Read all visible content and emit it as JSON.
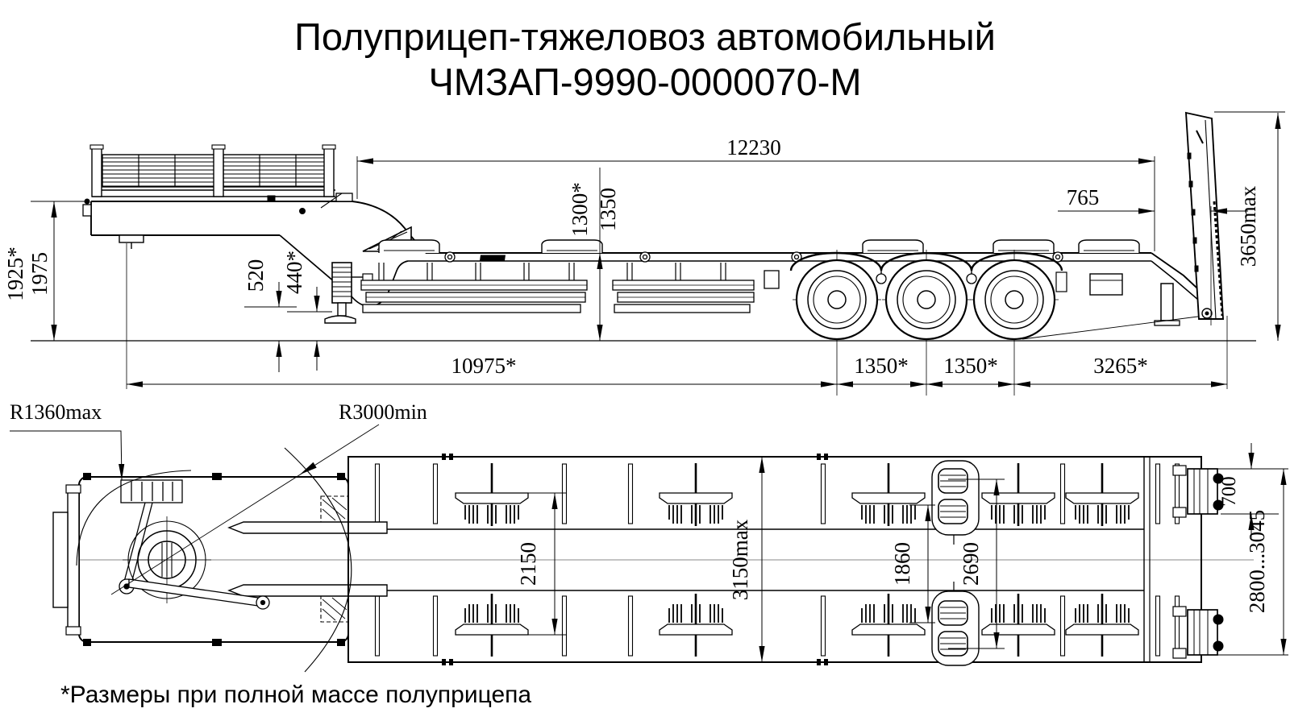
{
  "title": {
    "line1": "Полуприцеп-тяжеловоз автомобильный",
    "line2": "ЧМЗАП-9990-0000070-М"
  },
  "footnote": "*Размеры при полной массе полуприцепа",
  "side_view": {
    "platform_length": "12230",
    "ramp_offset": "765",
    "ramp_height_max": "3650max",
    "loading_height_laden": "1300*",
    "loading_height": "1350",
    "gooseneck_height_laden": "1925*",
    "gooseneck_height": "1975",
    "clearance_520": "520",
    "clearance_440": "440*",
    "kingpin_to_first_axle": "10975*",
    "axle_spacing_12": "1350*",
    "axle_spacing_23": "1350*",
    "last_axle_to_ramp": "3265*"
  },
  "plan_view": {
    "swing_radius_front": "R1360max",
    "swing_radius_rear": "R3000min",
    "deck_inner_width": "2150",
    "overall_width_max": "3150max",
    "tyre_span_inner": "1860",
    "tyre_span_outer": "2690",
    "ramp_width": "700",
    "ramp_span_range": "2800...3045"
  },
  "colors": {
    "line": "#000000",
    "background": "#ffffff",
    "centerline": "#888888"
  }
}
